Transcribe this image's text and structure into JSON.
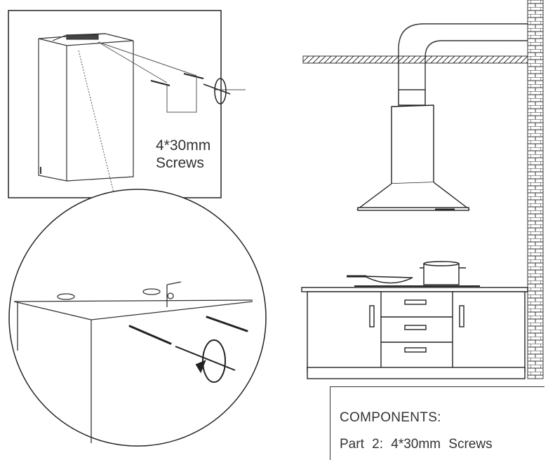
{
  "diagram": {
    "screw_callout": {
      "line1": "4*30mm",
      "line2": "Screws"
    },
    "components": {
      "title": "COMPONENTS:",
      "part": "Part  2:  4*30mm  Screws"
    }
  }
}
